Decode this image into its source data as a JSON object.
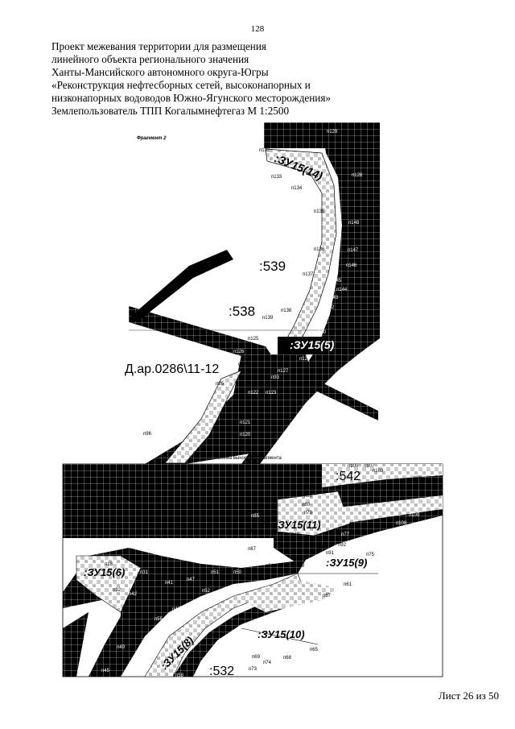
{
  "page_number": "128",
  "header": [
    "Проект межевания территории для размещения",
    "линейного объекта регионального значения",
    "Ханты-Мансийского автономного округа-Югры",
    "«Реконструкция нефтесборных сетей,  высоконапорных и",
    "низконапорных  водоводов Южно-Ягунского месторождения»",
    "Землепользователь ТПП Когалымнефтегаз М 1:2500"
  ],
  "fragment_label": "Фрагмент 2",
  "inset_label": "Схема выноски с фрагмента",
  "parcels": [
    ":ЗУ15(14)",
    ":ЗУ15(11)",
    ":ЗУ15(9)",
    ":ЗУ15(6)",
    ":ЗУ15(10)",
    ":ЗУ15(8)",
    ":ЗУ15(5)"
  ],
  "quarters": [
    ":539",
    ":538",
    ":542",
    ":532",
    "Д.ар.0286\\11-12"
  ],
  "points_upper": [
    "п131",
    "п129",
    "п132",
    "п128",
    "п133",
    "п134",
    "п135",
    "п148",
    "п147",
    "п136",
    "п146",
    "п137",
    "п145",
    "п144",
    "п143",
    "п138",
    "п139",
    "п142",
    "п141",
    "п140",
    "п125",
    "п126",
    "п124",
    "п127",
    "п94",
    "п93",
    "п95",
    "п122",
    "п123",
    "п121",
    "п120",
    "п96"
  ],
  "points_lower": [
    "п100",
    "п107",
    "п103",
    "п82",
    "п102",
    "п104",
    "п99",
    "п81",
    "п105",
    "п80",
    "п79",
    "п109",
    "п85",
    "п84",
    "п108",
    "п86",
    "п78",
    "п77",
    "п107",
    "п106",
    "п87",
    "п90",
    "п91",
    "п92",
    "п76",
    "п40",
    "п88",
    "п82",
    "п75",
    "п18",
    "п31",
    "п51",
    "п50",
    "п64",
    "п89",
    "п61",
    "п41",
    "п47",
    "п32",
    "п42",
    "п52",
    "п67",
    "п19",
    "п48",
    "п66",
    "п46",
    "п39",
    "п55",
    "п53",
    "п54",
    "п49",
    "п65",
    "п44",
    "п45",
    "п69",
    "п74",
    "п68",
    "п73",
    "п58"
  ],
  "sheet": "Лист 26 из 50"
}
